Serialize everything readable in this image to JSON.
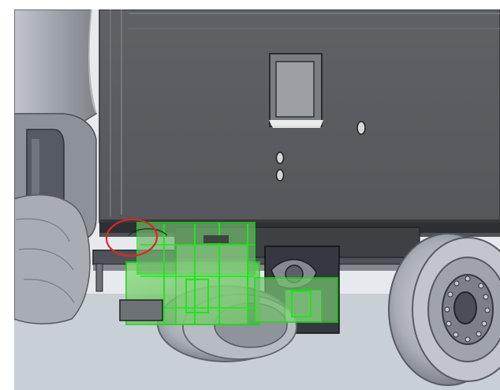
{
  "colors": {
    "background_top": "#f4f6f8",
    "background_bottom": "#c9d0d6",
    "body_panel": "#5b5d61",
    "body_panel_dark": "#4b4d52",
    "cab_light": "#aeb3bb",
    "cab_mid": "#8f949c",
    "wheel_light": "#b8bcc3",
    "wheel_dark": "#6c7078",
    "highlight_green": "#22c91c",
    "highlight_green_fill": "#8fd18c",
    "annotation_red": "#e12424"
  },
  "icons": {
    "cab": "truck-cab-model",
    "body": "box-body-model",
    "wheel": "tire-wheel-model",
    "selection": "green-selected-assembly",
    "annotation": "red-ellipse-annotation"
  }
}
